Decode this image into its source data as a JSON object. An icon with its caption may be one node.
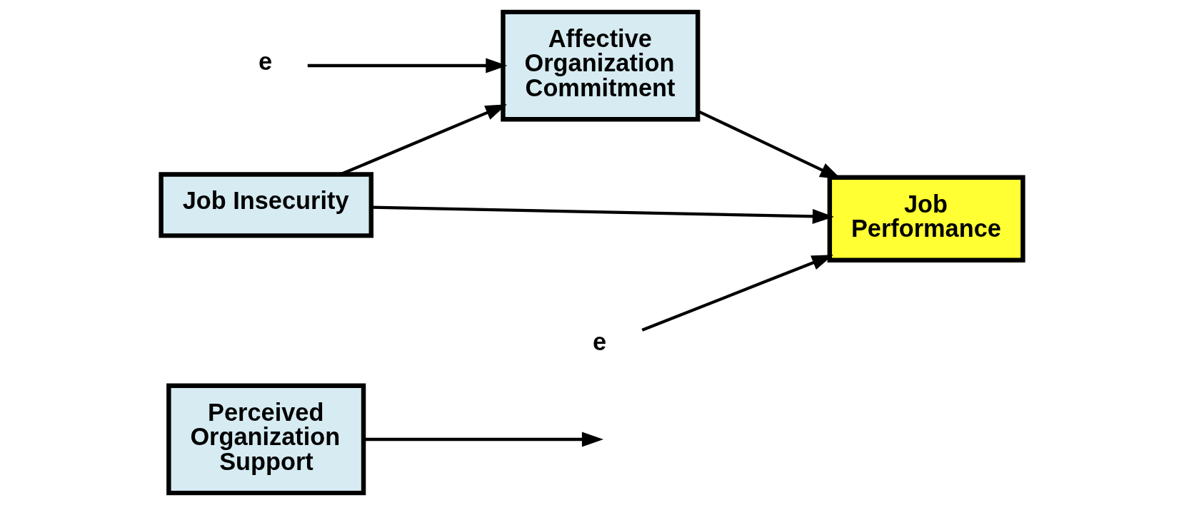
{
  "diagram": {
    "nodes": [
      {
        "text": [
          "Perceived Organization Support"
        ]
      },
      {
        "text": [
          "Affective Organization Commitment"
        ]
      },
      {
        "text": [
          "Job Insecurity"
        ]
      },
      {
        "text": [
          "Job Performance"
        ]
      },
      {
        "text": [
          "e"
        ]
      },
      {
        "text": [
          "e"
        ]
      }
    ],
    "edges": [
      {
        "from": 0,
        "to": null,
        "arrow": "to"
      },
      {
        "from": 2,
        "to": 1,
        "arrow": "to"
      },
      {
        "from": 4,
        "to": 1,
        "arrow": "to"
      },
      {
        "from": 1,
        "to": 3,
        "arrow": "to"
      },
      {
        "from": 2,
        "to": 3,
        "arrow": "to"
      },
      {
        "from": 5,
        "to": 3,
        "arrow": "to"
      }
    ]
  }
}
